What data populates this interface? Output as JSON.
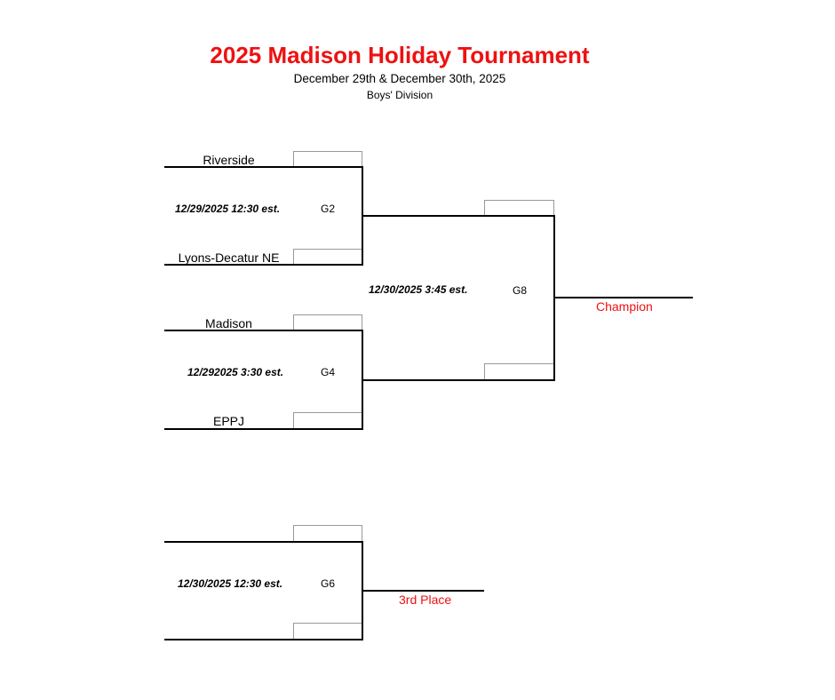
{
  "title": "2025 Madison Holiday Tournament",
  "dates": "December 29th & December 30th, 2025",
  "division": "Boys' Division",
  "games": {
    "g2": {
      "label": "G2",
      "schedule": "12/29/2025  12:30 est.",
      "team_top": "Riverside",
      "team_bottom": "Lyons-Decatur NE"
    },
    "g4": {
      "label": "G4",
      "schedule": "12/292025 3:30 est.",
      "team_top": "Madison",
      "team_bottom": "EPPJ"
    },
    "g8": {
      "label": "G8",
      "schedule": "12/30/2025  3:45 est."
    },
    "g6": {
      "label": "G6",
      "schedule": "12/30/2025 12:30 est."
    }
  },
  "champion_label": "Champion",
  "third_place_label": "3rd Place",
  "colors": {
    "title": "#ee1111",
    "result_label": "#ee1111",
    "line": "#000000",
    "score_box_border": "#999999"
  }
}
